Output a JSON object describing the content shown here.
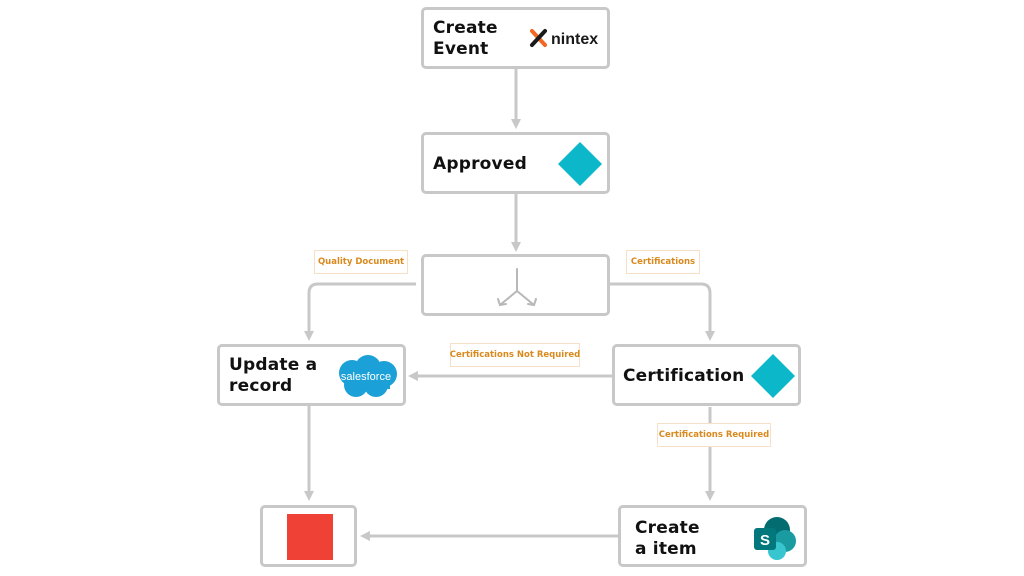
{
  "nodes": {
    "create_event": {
      "label": "Create\nEvent"
    },
    "approved": {
      "label": "Approved"
    },
    "update_record": {
      "label": "Update a\nrecord"
    },
    "certification": {
      "label": "Certification"
    },
    "create_item": {
      "label": "Create\na item"
    }
  },
  "edges": {
    "quality_document": "Quality Document",
    "certifications": "Certifications",
    "certifications_not_required": "Certifications Not Required",
    "certifications_required": "Certifications Required"
  },
  "brands": {
    "nintex": "nintex",
    "salesforce": "salesforce",
    "sharepoint": "S"
  },
  "colors": {
    "connector": "#c8c8c8",
    "diamond": "#0bb7c9",
    "stop": "#ef4136",
    "edge_label_text": "#d98a1f",
    "nintex_orange": "#f26722",
    "salesforce_blue": "#1ba0d7",
    "sharepoint_teal": "#038387"
  },
  "icons": {
    "create_event": "nintex-logo",
    "approved": "diamond-icon",
    "branch": "branch-icon",
    "update_record": "salesforce-logo",
    "certification": "diamond-icon",
    "create_item": "sharepoint-logo",
    "end": "stop-icon"
  }
}
